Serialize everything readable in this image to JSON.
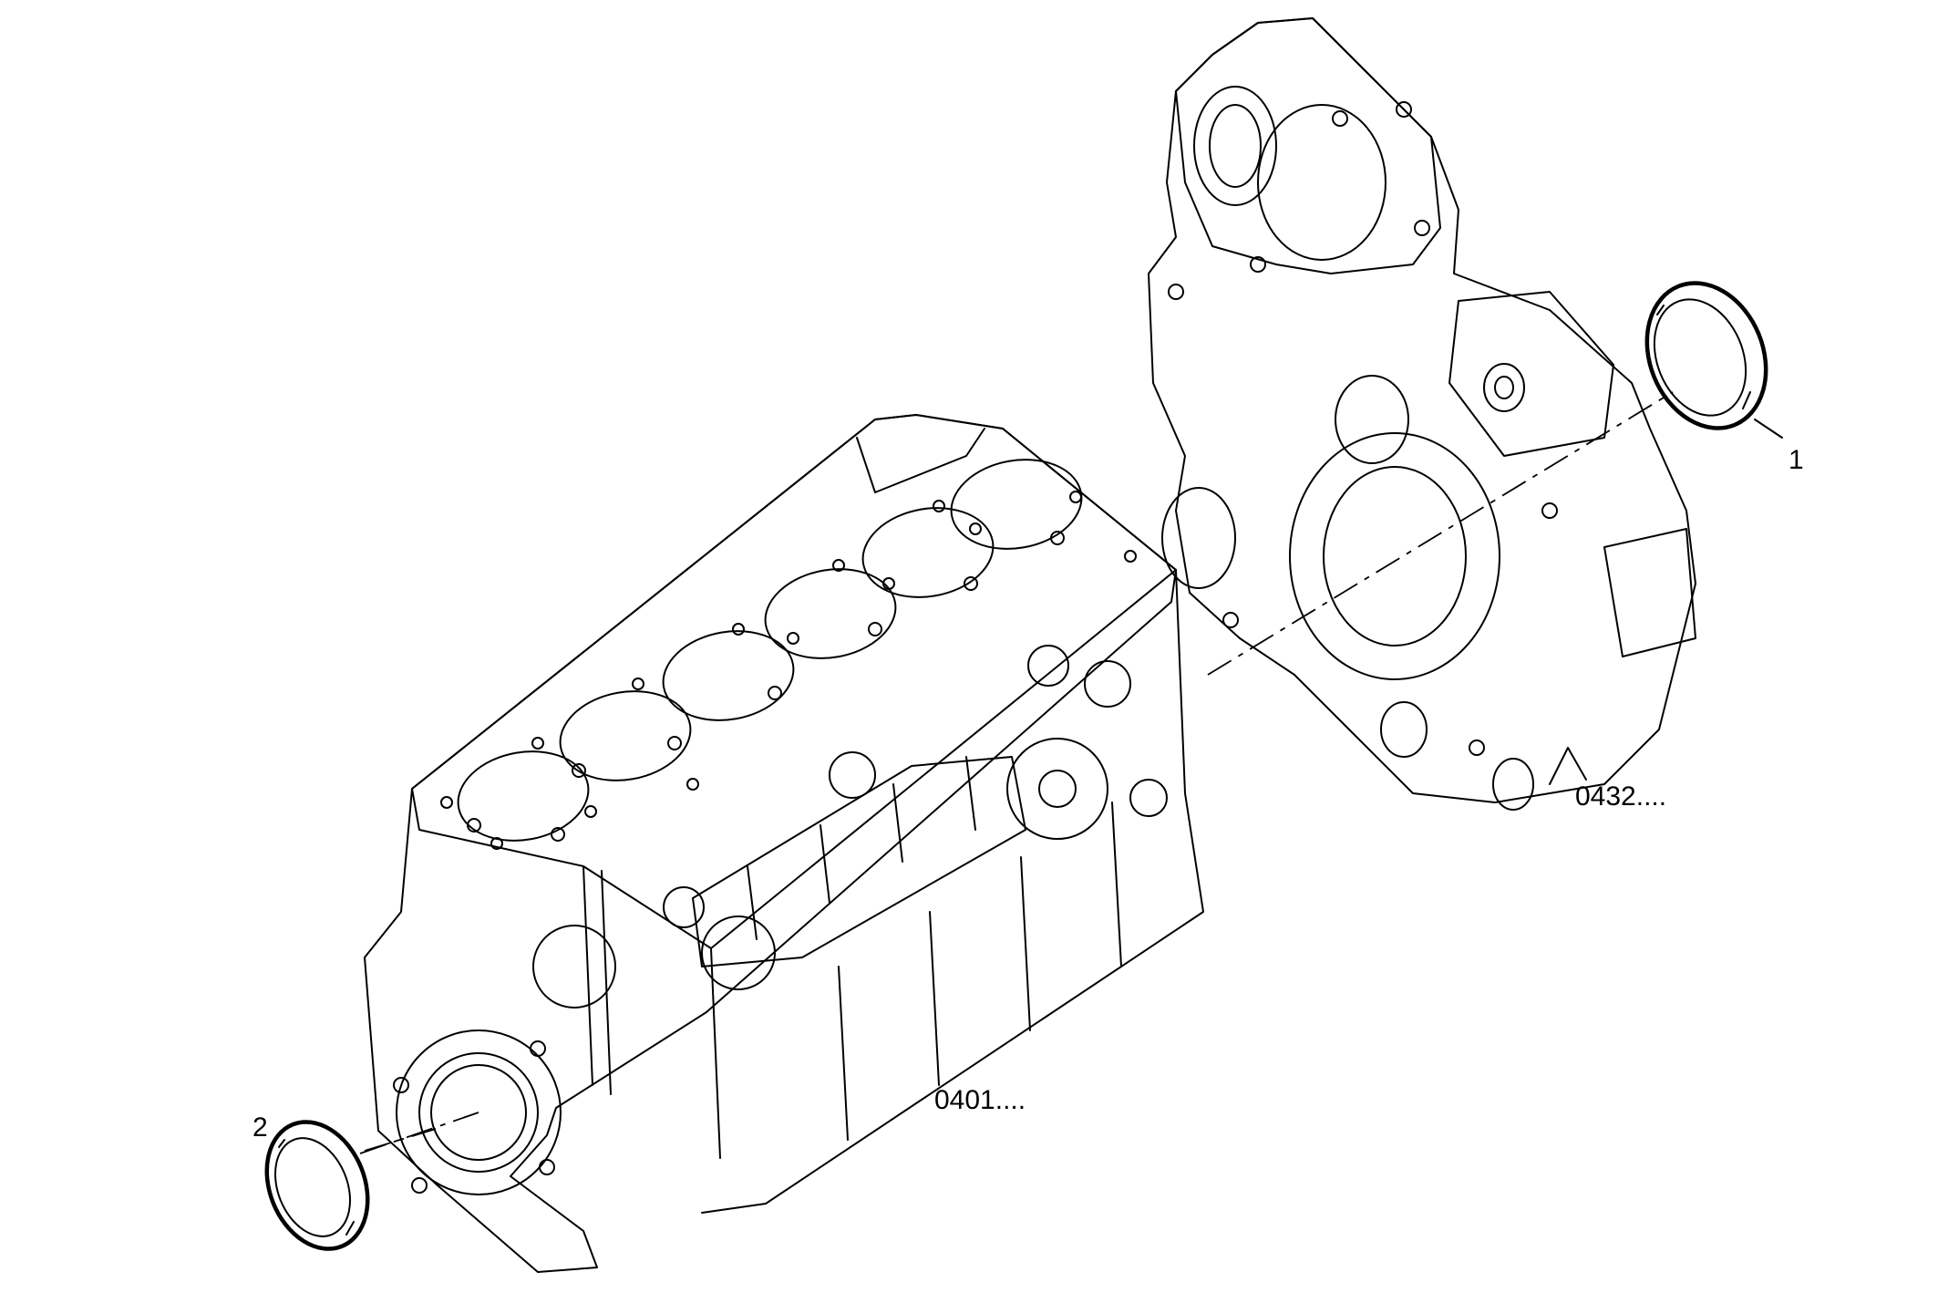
{
  "callouts": {
    "item_1": "1",
    "item_2": "2",
    "ref_cover": "0432....",
    "ref_block": "0401...."
  },
  "colors": {
    "line": "#000000",
    "background": "#ffffff"
  }
}
